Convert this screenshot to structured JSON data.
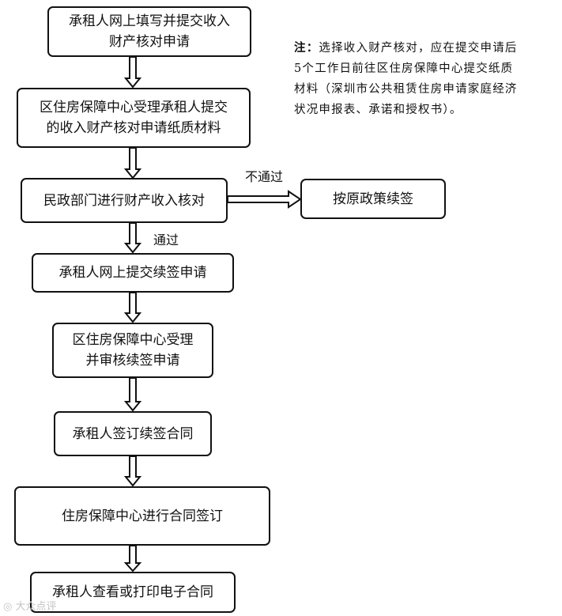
{
  "steps": [
    {
      "lines": [
        "承租人网上填写并提交收入",
        "财产核对申请"
      ]
    },
    {
      "lines": [
        "区住房保障中心受理承租人提交",
        "的收入财产核对申请纸质材料"
      ]
    },
    {
      "lines": [
        "民政部门进行财产收入核对"
      ]
    },
    {
      "lines": [
        "承租人网上提交续签申请"
      ]
    },
    {
      "lines": [
        "区住房保障中心受理",
        "并审核续签申请"
      ]
    },
    {
      "lines": [
        "承租人签订续签合同"
      ]
    },
    {
      "lines": [
        "住房保障中心进行合同签订"
      ]
    },
    {
      "lines": [
        "承租人查看或打印电子合同"
      ]
    }
  ],
  "branch": {
    "label": "按原政策续签"
  },
  "edge_labels": {
    "fail": "不通过",
    "pass": "通过"
  },
  "note": {
    "prefix": "注：",
    "text": "选择收入财产核对，应在提交申请后5个工作日前往区住房保障中心提交纸质材料（深圳市公共租赁住房申请家庭经济状况申报表、承诺和授权书）。"
  },
  "watermark": "大众点评"
}
